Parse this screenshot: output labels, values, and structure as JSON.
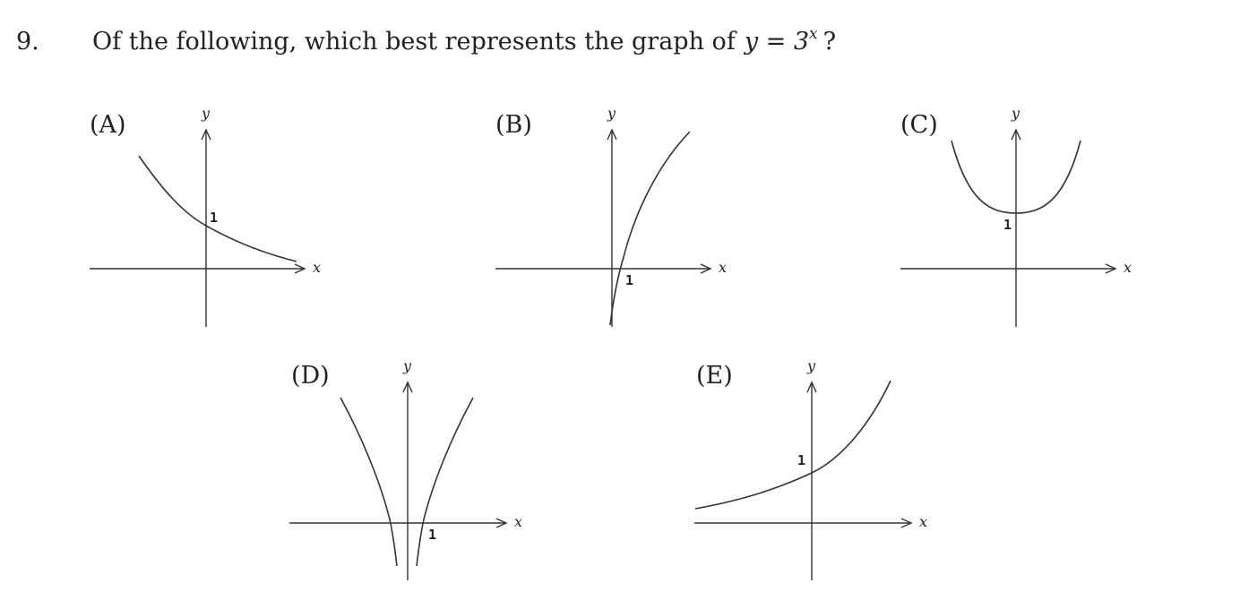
{
  "question": {
    "number": "9.",
    "text": "Of the following, which best represents the graph of",
    "equation_base": "y = 3",
    "equation_exponent": "x",
    "equation_end": "?"
  },
  "options": [
    {
      "label": "(A)",
      "x_axis": "x",
      "y_axis": "y",
      "marked_value": "1",
      "curve": "decreasing exponential through (0,1)"
    },
    {
      "label": "(B)",
      "x_axis": "x",
      "y_axis": "y",
      "marked_value": "1",
      "curve": "logarithmic, crossing x-axis at 1"
    },
    {
      "label": "(C)",
      "x_axis": "x",
      "y_axis": "y",
      "marked_value": "1",
      "curve": "parabola with minimum at (0,1)"
    },
    {
      "label": "(D)",
      "x_axis": "x",
      "y_axis": "y",
      "marked_value": "1",
      "curve": "two symmetric branches approaching x = 0"
    },
    {
      "label": "(E)",
      "x_axis": "x",
      "y_axis": "y",
      "marked_value": "1",
      "curve": "increasing exponential through (0,1)"
    }
  ]
}
